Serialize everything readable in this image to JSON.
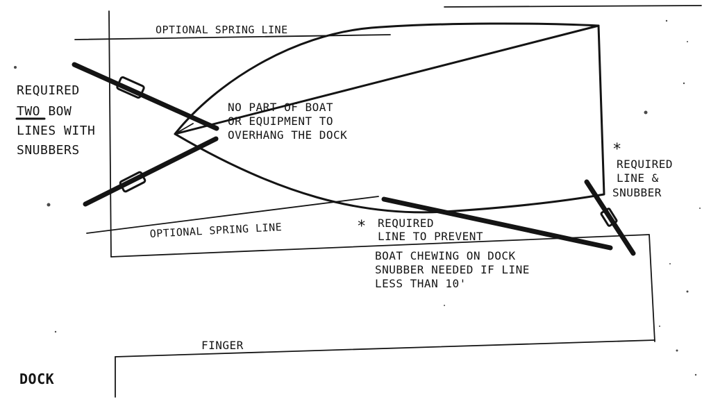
{
  "labels": {
    "optional_spring_top": "OPTIONAL SPRING LINE",
    "optional_spring_bottom": "OPTIONAL SPRING LINE",
    "bow_lines": [
      "REQUIRED",
      "TWO BOW",
      "LINES WITH",
      "SNUBBERS"
    ],
    "no_overhang": [
      "NO PART OF BOAT",
      "OR EQUIPMENT TO",
      "OVERHANG THE DOCK"
    ],
    "stern_line_mark": "*",
    "stern_line": [
      "REQUIRED",
      "LINE &",
      "SNUBBER"
    ],
    "chewing_mark": "*",
    "chewing_line": [
      "REQUIRED",
      "LINE TO PREVENT",
      "BOAT CHEWING ON DOCK",
      "SNUBBER NEEDED IF LINE",
      "LESS THAN 10'"
    ],
    "finger": "FINGER",
    "dock": "DOCK"
  },
  "colors": {
    "ink": "#141414",
    "paper": "#ffffff"
  }
}
